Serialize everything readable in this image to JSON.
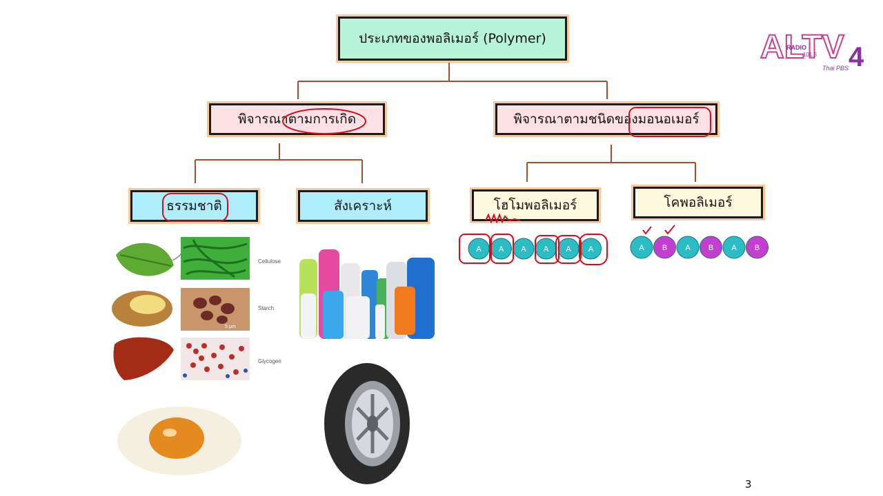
{
  "diagram": {
    "root": "ประเภทของพอลิเมอร์ (Polymer)",
    "branch_origin": "พิจารณาตามการเกิด",
    "branch_monomer": "พิจารณาตามชนิดของมอนอเมอร์",
    "natural": "ธรรมชาติ",
    "synthetic": "สังเคราะห์",
    "homopolymer": "โฮโมพอลิเมอร์",
    "copolymer": "โคพอลิเมอร์"
  },
  "homo_chain": [
    "A",
    "A",
    "A",
    "A",
    "A",
    "A"
  ],
  "co_chain": [
    "A",
    "B",
    "A",
    "B",
    "A",
    "B"
  ],
  "natural_examples": {
    "cellulose": "Cellulose",
    "starch": "Starch",
    "glycogen": "Glycogen",
    "scale": "5 μm"
  },
  "logo": {
    "text": "ALTV",
    "number": "4",
    "radio": "RADIO",
    "freq": "101.5",
    "brand": "Thai PBS"
  },
  "page_number": "3",
  "colors": {
    "root_fill": "#b7f3d8",
    "pink_fill": "#fde0e4",
    "cyan_fill": "#aeeefb",
    "cream_fill": "#fdf9df",
    "connector": "#a0522d",
    "annotation": "#d01020",
    "bead_a": "#2bbcc4",
    "bead_b": "#c23fcf"
  }
}
